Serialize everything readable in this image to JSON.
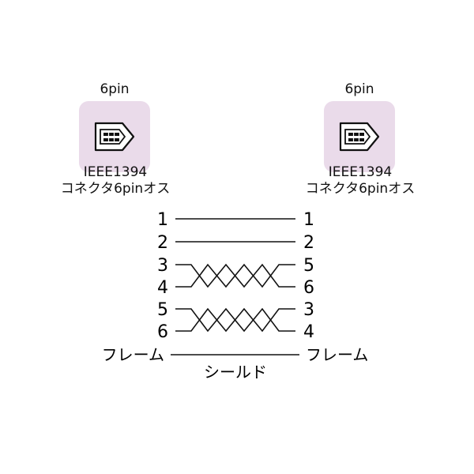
{
  "colors": {
    "connector_bg": "#eadbea",
    "ink": "#111111"
  },
  "left_connector": {
    "pin_label": "6pin",
    "title_line1": "IEEE1394",
    "title_line2": "コネクタ6pinオス",
    "icon": "firewire-6pin-plug-icon"
  },
  "right_connector": {
    "pin_label": "6pin",
    "title_line1": "IEEE1394",
    "title_line2": "コネクタ6pinオス",
    "icon": "firewire-6pin-plug-icon"
  },
  "wiring": {
    "rows": [
      {
        "left": "1",
        "right": "1",
        "crossed": false
      },
      {
        "left": "2",
        "right": "2",
        "crossed": false
      },
      {
        "left": "3",
        "right": "5",
        "crossed": true
      },
      {
        "left": "4",
        "right": "6",
        "crossed": true
      },
      {
        "left": "5",
        "right": "3",
        "crossed": true
      },
      {
        "left": "6",
        "right": "4",
        "crossed": true
      }
    ],
    "frame_left": "フレーム",
    "frame_right": "フレーム",
    "shield_label": "シールド"
  }
}
